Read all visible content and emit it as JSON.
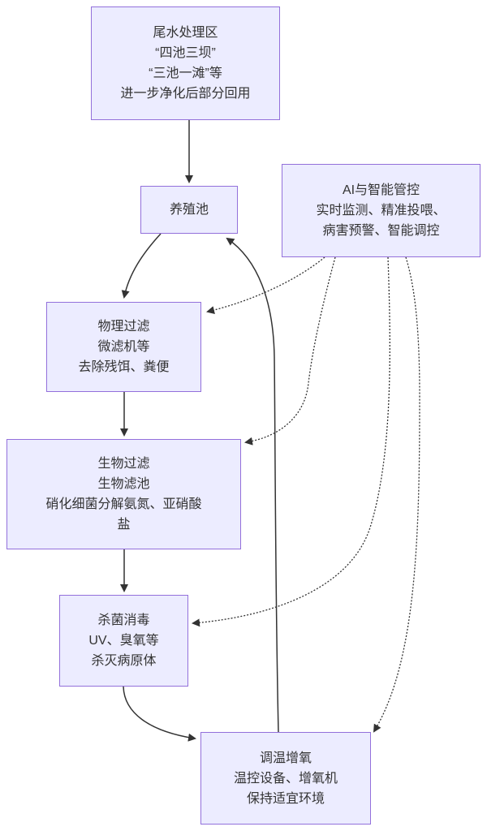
{
  "diagram": {
    "type": "flowchart",
    "direction": "top-down",
    "nodes": {
      "tailwater": {
        "id": "tailwater-treatment-zone",
        "lines": [
          "尾水处理区",
          "“四池三坝”",
          "“三池一滩”等",
          "进一步净化后部分回用"
        ]
      },
      "pond": {
        "id": "breeding-pond",
        "lines": [
          "养殖池"
        ]
      },
      "ai": {
        "id": "ai-smart-control",
        "lines": [
          "AI与智能管控",
          "实时监测、精准投喂、",
          "病害预警、智能调控"
        ]
      },
      "physical": {
        "id": "physical-filtration",
        "lines": [
          "物理过滤",
          "微滤机等",
          "去除残饵、粪便"
        ]
      },
      "bio": {
        "id": "biological-filtration",
        "lines": [
          "生物过滤",
          "生物滤池",
          "硝化细菌分解氨氮、亚硝酸",
          "盐"
        ]
      },
      "disinfect": {
        "id": "sterilization-disinfection",
        "lines": [
          "杀菌消毒",
          "UV、臭氧等",
          "杀灭病原体"
        ]
      },
      "oxygen": {
        "id": "temperature-oxygenation",
        "lines": [
          "调温增氧",
          "温控设备、增氧机",
          "保持适宜环境"
        ]
      }
    },
    "edges": [
      {
        "from": "尾水处理区",
        "to": "养殖池",
        "style": "solid-arrow"
      },
      {
        "from": "养殖池",
        "to": "物理过滤",
        "style": "solid-arrow"
      },
      {
        "from": "物理过滤",
        "to": "生物过滤",
        "style": "solid-arrow"
      },
      {
        "from": "生物过滤",
        "to": "杀菌消毒",
        "style": "solid-arrow"
      },
      {
        "from": "杀菌消毒",
        "to": "调温增氧",
        "style": "solid-arrow"
      },
      {
        "from": "调温增氧",
        "to": "养殖池",
        "style": "solid-arrow"
      },
      {
        "from": "AI与智能管控",
        "to": "物理过滤",
        "style": "dotted-arrow"
      },
      {
        "from": "AI与智能管控",
        "to": "生物过滤",
        "style": "dotted-arrow"
      },
      {
        "from": "AI与智能管控",
        "to": "杀菌消毒",
        "style": "dotted-arrow"
      },
      {
        "from": "AI与智能管控",
        "to": "调温增氧",
        "style": "dotted-arrow"
      }
    ],
    "colors": {
      "node_fill": "#ECECFF",
      "node_border": "#9370DB",
      "edge": "#333333",
      "text": "#333333",
      "background": "#FFFFFF"
    }
  }
}
